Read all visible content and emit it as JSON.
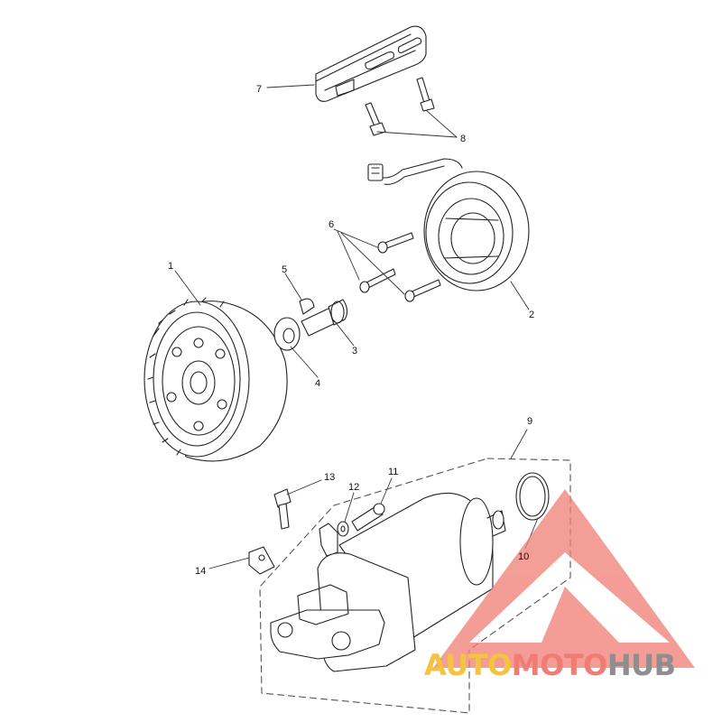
{
  "diagram": {
    "callouts": [
      "1",
      "2",
      "3",
      "4",
      "5",
      "6",
      "7",
      "8",
      "9",
      "10",
      "11",
      "12",
      "13",
      "14"
    ]
  },
  "watermark": {
    "brand_part_1": "AUTO",
    "brand_part_2": "MOTO",
    "brand_part_3": "HUB",
    "color_1": "#f5c242",
    "color_2": "#ef7d73",
    "color_3": "#8e8e8e",
    "logo_color": "#ef7d73"
  }
}
